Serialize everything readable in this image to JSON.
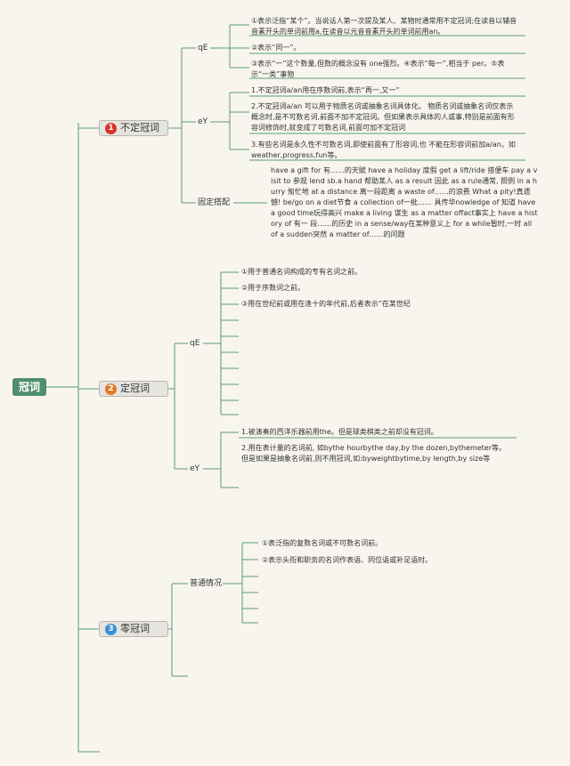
{
  "root": {
    "label": "冠词"
  },
  "branches": [
    {
      "num": "1",
      "label": "不定冠词",
      "badge_color": "#d9312b",
      "children": [
        {
          "label": "qE",
          "leaves": [
            "①表示泛指“某个”。当说话人第一次提及某人、某物时通常用不定冠词;在读音以辅音音素开头的单词前用a,在读音以元音音素开头的单词前用an。",
            "②表示“同一”。",
            "③表示“一”这个数量,但数的概念没有 one强烈。④表示“每一”,相当于 per。⑤表示“一类”事物"
          ]
        },
        {
          "label": "eY",
          "leaves": [
            "1.不定冠词a/an用在序数词前,表示“再一,又一”",
            "2.不定冠词a/an 可以用于物质名词或抽象名词具体化。 物质名词或抽象名词仅表示概念时,是不可数名词,前面不加不定冠词。但如果表示具体的人或事,特别是前面有形容词修饰时,就变成了可数名词,前面可加不定冠词",
            "3.有些名词是永久性不可数名词,即使前面有了形容词,也 不能在形容词前加a/an。如weather,progress,fun等。"
          ]
        },
        {
          "label": "固定搭配",
          "leaves": [
            "have a gift for 有……的天赋 have a holiday 度假 get a lift/ride 搭便车 pay a visit to 参观 lend sb.a hand 帮助某人 as a result 因此 as a rule通常, 照例 in a hurry 匆忙地 at a distance 离一段距离 a waste of……的浪费 What a pity!真遗憾! be/go on a diet节食 a collection of一批…… 具传华nowledge of 知道 have a good time玩得高兴 make a living 谋生 as a matter offact事实上 have a history of 有一 段……的历史 in a sense/way在某种意义上 for a while暂时,一时 all of a sudden突然 a matter of……的问题"
          ]
        }
      ]
    },
    {
      "num": "2",
      "label": "定冠词",
      "badge_color": "#e07a2a",
      "children": [
        {
          "label": "qE",
          "leaves": [
            "①用于普通名词构成的专有名词之前。",
            "②用于序数词之前。",
            "③用在世纪前或用在逢十的年代前,后者表示“在某世纪",
            "",
            "",
            "",
            "",
            "",
            ""
          ]
        },
        {
          "label": "eY",
          "leaves": [
            "1.被演奏的西洋乐器前用the。但是球类棋类之前却没有冠词。",
            "2.用在表计量的名词前, 如bythe hourbythe day,by the dozen,bythemeter等。但是如果是抽象名词前,则不用冠词,如:byweightbytime,by length,by size等"
          ]
        }
      ]
    },
    {
      "num": "3",
      "label": "零冠词",
      "badge_color": "#3a8fd6",
      "children": [
        {
          "label": "普通情况",
          "leaves": [
            "①表泛指的复数名词或不可数名词前。",
            "②表示头衔和职务的名词作表语、同位语或补足语时。",
            "",
            "",
            "",
            ""
          ]
        }
      ]
    }
  ],
  "colors": {
    "line": "#5b9b72",
    "root": "#4f8f6c"
  }
}
